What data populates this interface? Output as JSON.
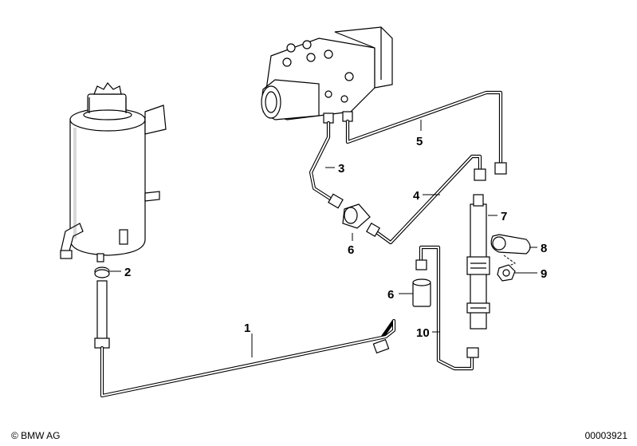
{
  "callouts": {
    "c1": "1",
    "c2": "2",
    "c3": "3",
    "c4": "4",
    "c5": "5",
    "c6a": "6",
    "c6b": "6",
    "c7": "7",
    "c8": "8",
    "c9": "9",
    "c10": "10"
  },
  "footer": {
    "copyright": "© BMW AG",
    "doc_number": "00003921"
  }
}
